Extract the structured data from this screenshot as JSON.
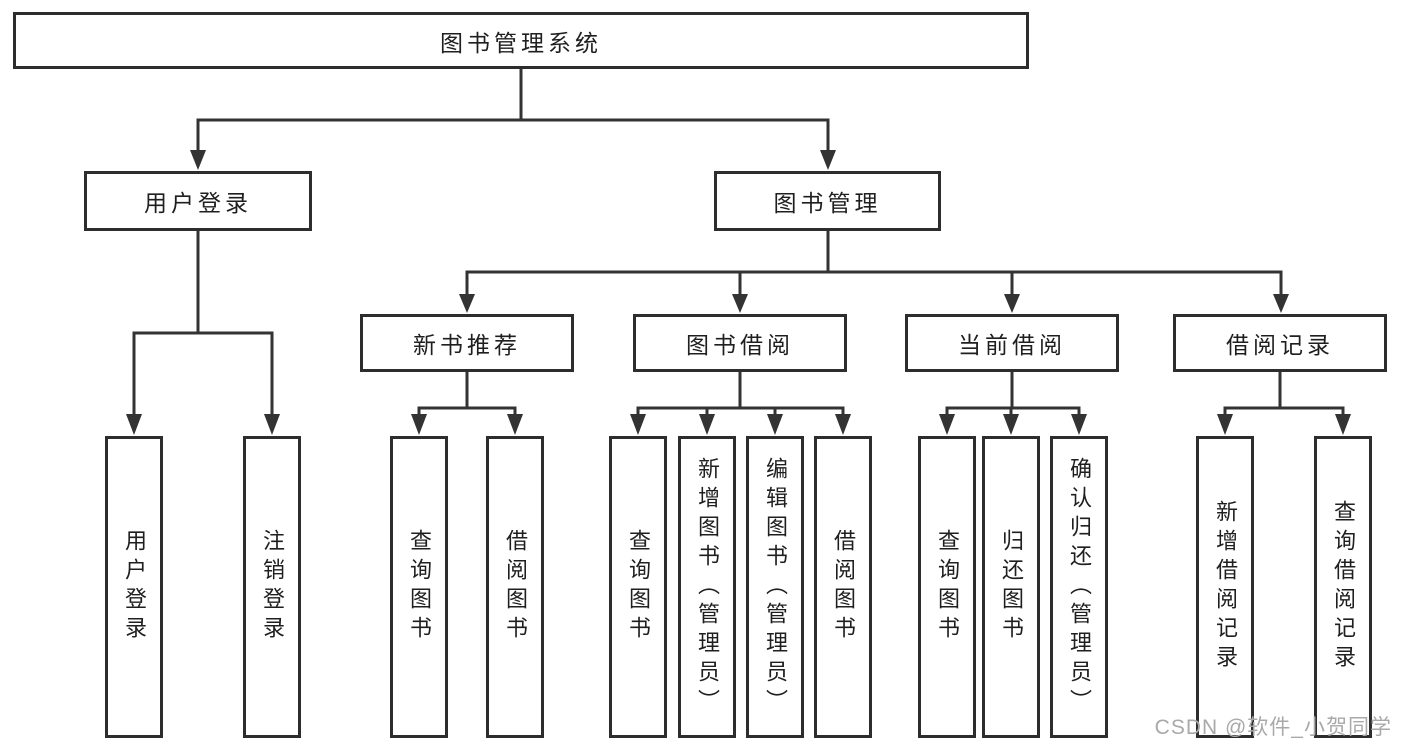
{
  "diagram_title": "图书管理系统",
  "tree": {
    "root": {
      "label": "图书管理系统"
    },
    "branches": [
      {
        "label": "用户登录",
        "children": [
          {
            "label": "用户登录"
          },
          {
            "label": "注销登录"
          }
        ]
      },
      {
        "label": "图书管理",
        "children": [
          {
            "label": "新书推荐",
            "children": [
              {
                "label": "查询图书"
              },
              {
                "label": "借阅图书"
              }
            ]
          },
          {
            "label": "图书借阅",
            "children": [
              {
                "label": "查询图书"
              },
              {
                "label": "新增图书（管理员）"
              },
              {
                "label": "编辑图书（管理员）"
              },
              {
                "label": "借阅图书"
              }
            ]
          },
          {
            "label": "当前借阅",
            "children": [
              {
                "label": "查询图书"
              },
              {
                "label": "归还图书"
              },
              {
                "label": "确认归还（管理员）"
              }
            ]
          },
          {
            "label": "借阅记录",
            "children": [
              {
                "label": "新增借阅记录"
              },
              {
                "label": "查询借阅记录"
              }
            ]
          }
        ]
      }
    ]
  },
  "watermark": {
    "text": "CSDN @软件_小贺同学"
  },
  "colors": {
    "line": "#333333",
    "box_border": "#2d2d2d",
    "text": "#1f1f1f",
    "watermark": "#a9a9a9",
    "background": "#ffffff"
  }
}
